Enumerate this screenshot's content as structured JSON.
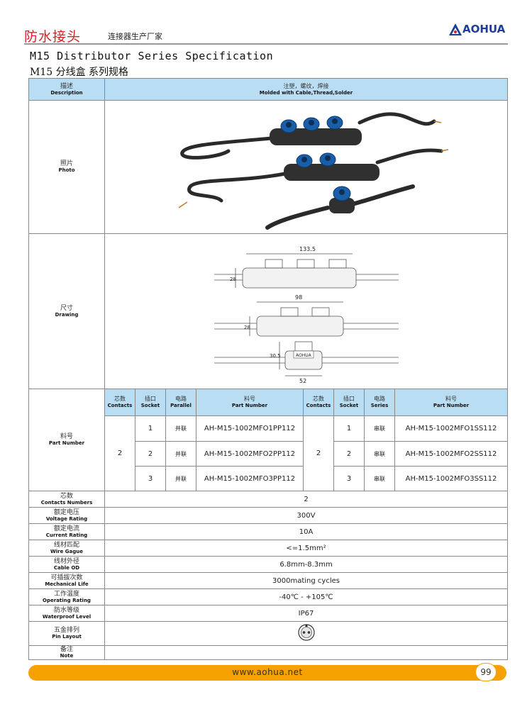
{
  "header": {
    "title_red": "防水接头",
    "subtitle": "连接器生产厂家",
    "logo_text": "AOHUA"
  },
  "title": {
    "en": "M15 Distributor Series Specification",
    "cn": "M15 分线盒 系列规格"
  },
  "table": {
    "description": {
      "label_cn": "描述",
      "label_en": "Description",
      "value_cn": "注塑，螺纹，焊接",
      "value_en": "Molded with Cable,Thread,Solder"
    },
    "photo": {
      "label_cn": "照片",
      "label_en": "Photo"
    },
    "drawing": {
      "label_cn": "尺寸",
      "label_en": "Drawing",
      "dim1": "133.5",
      "dim2": "98",
      "dim3": "52",
      "h1": "28",
      "h2": "28",
      "h3": "30.5",
      "stamp": "AOHUA"
    },
    "part": {
      "label_cn": "料号",
      "label_en": "Part Number",
      "col_contacts_cn": "芯数",
      "col_contacts_en": "Contacts",
      "col_socket_cn": "插口",
      "col_socket_en": "Socket",
      "col_parallel_cn": "电路",
      "col_parallel_en": "Parallel",
      "col_series_cn": "电路",
      "col_series_en": "Series",
      "col_part_cn": "料号",
      "col_part_en": "Part Number",
      "contacts_left": "2",
      "contacts_right": "2",
      "rows": [
        {
          "socket": "1",
          "parallel": "并联",
          "pn_p": "AH-M15-1002MFO1PP112",
          "socket_s": "1",
          "series": "串联",
          "pn_s": "AH-M15-1002MFO1SS112"
        },
        {
          "socket": "2",
          "parallel": "并联",
          "pn_p": "AH-M15-1002MFO2PP112",
          "socket_s": "2",
          "series": "串联",
          "pn_s": "AH-M15-1002MFO2SS112"
        },
        {
          "socket": "3",
          "parallel": "并联",
          "pn_p": "AH-M15-1002MFO3PP112",
          "socket_s": "3",
          "series": "串联",
          "pn_s": "AH-M15-1002MFO3SS112"
        }
      ]
    },
    "specs": [
      {
        "cn": "芯数",
        "en": "Contacts Numbers",
        "value": "2"
      },
      {
        "cn": "额定电压",
        "en": "Voltage Rating",
        "value": "300V"
      },
      {
        "cn": "额定电流",
        "en": "Current Rating",
        "value": "10A"
      },
      {
        "cn": "线材匹配",
        "en": "Wire Gague",
        "value": "<=1.5mm²"
      },
      {
        "cn": "线材外径",
        "en": "Cable OD",
        "value": "6.8mm-8.3mm"
      },
      {
        "cn": "可插拔次数",
        "en": "Mechanical Life",
        "value": "3000mating cycles"
      },
      {
        "cn": "工作温度",
        "en": "Operating Rating",
        "value": "-40℃ - +105℃"
      },
      {
        "cn": "防水等级",
        "en": "Waterproof Level",
        "value": "IP67"
      }
    ],
    "pin": {
      "cn": "五金排列",
      "en": "Pin Layout"
    },
    "note": {
      "cn": "备注",
      "en": "Note",
      "value": ""
    }
  },
  "footer": {
    "url": "www.aohua.net",
    "page": "99"
  },
  "colors": {
    "header_blue": "#b9ddf3",
    "footer_orange": "#f5a100",
    "title_red": "#d4232a",
    "logo_blue": "#1c3f94"
  }
}
